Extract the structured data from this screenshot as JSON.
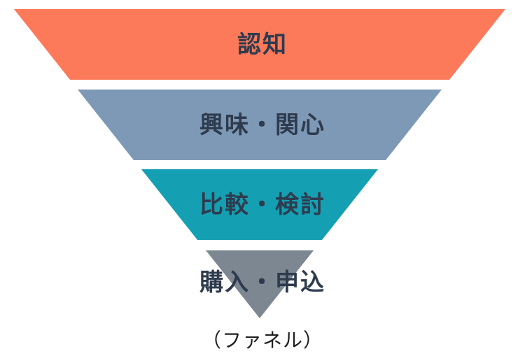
{
  "funnel": {
    "caption": "（ファネル）",
    "label_color": "#2E3B4E",
    "caption_color": "#1F1F1F",
    "background": "#FFFFFF",
    "segments": [
      {
        "label": "認知",
        "color": "#FC7A5A"
      },
      {
        "label": "興味・関心",
        "color": "#7E99B5"
      },
      {
        "label": "比較・検討",
        "color": "#14A0B2"
      },
      {
        "label": "購入・申込",
        "color": "#7D8791"
      }
    ]
  }
}
